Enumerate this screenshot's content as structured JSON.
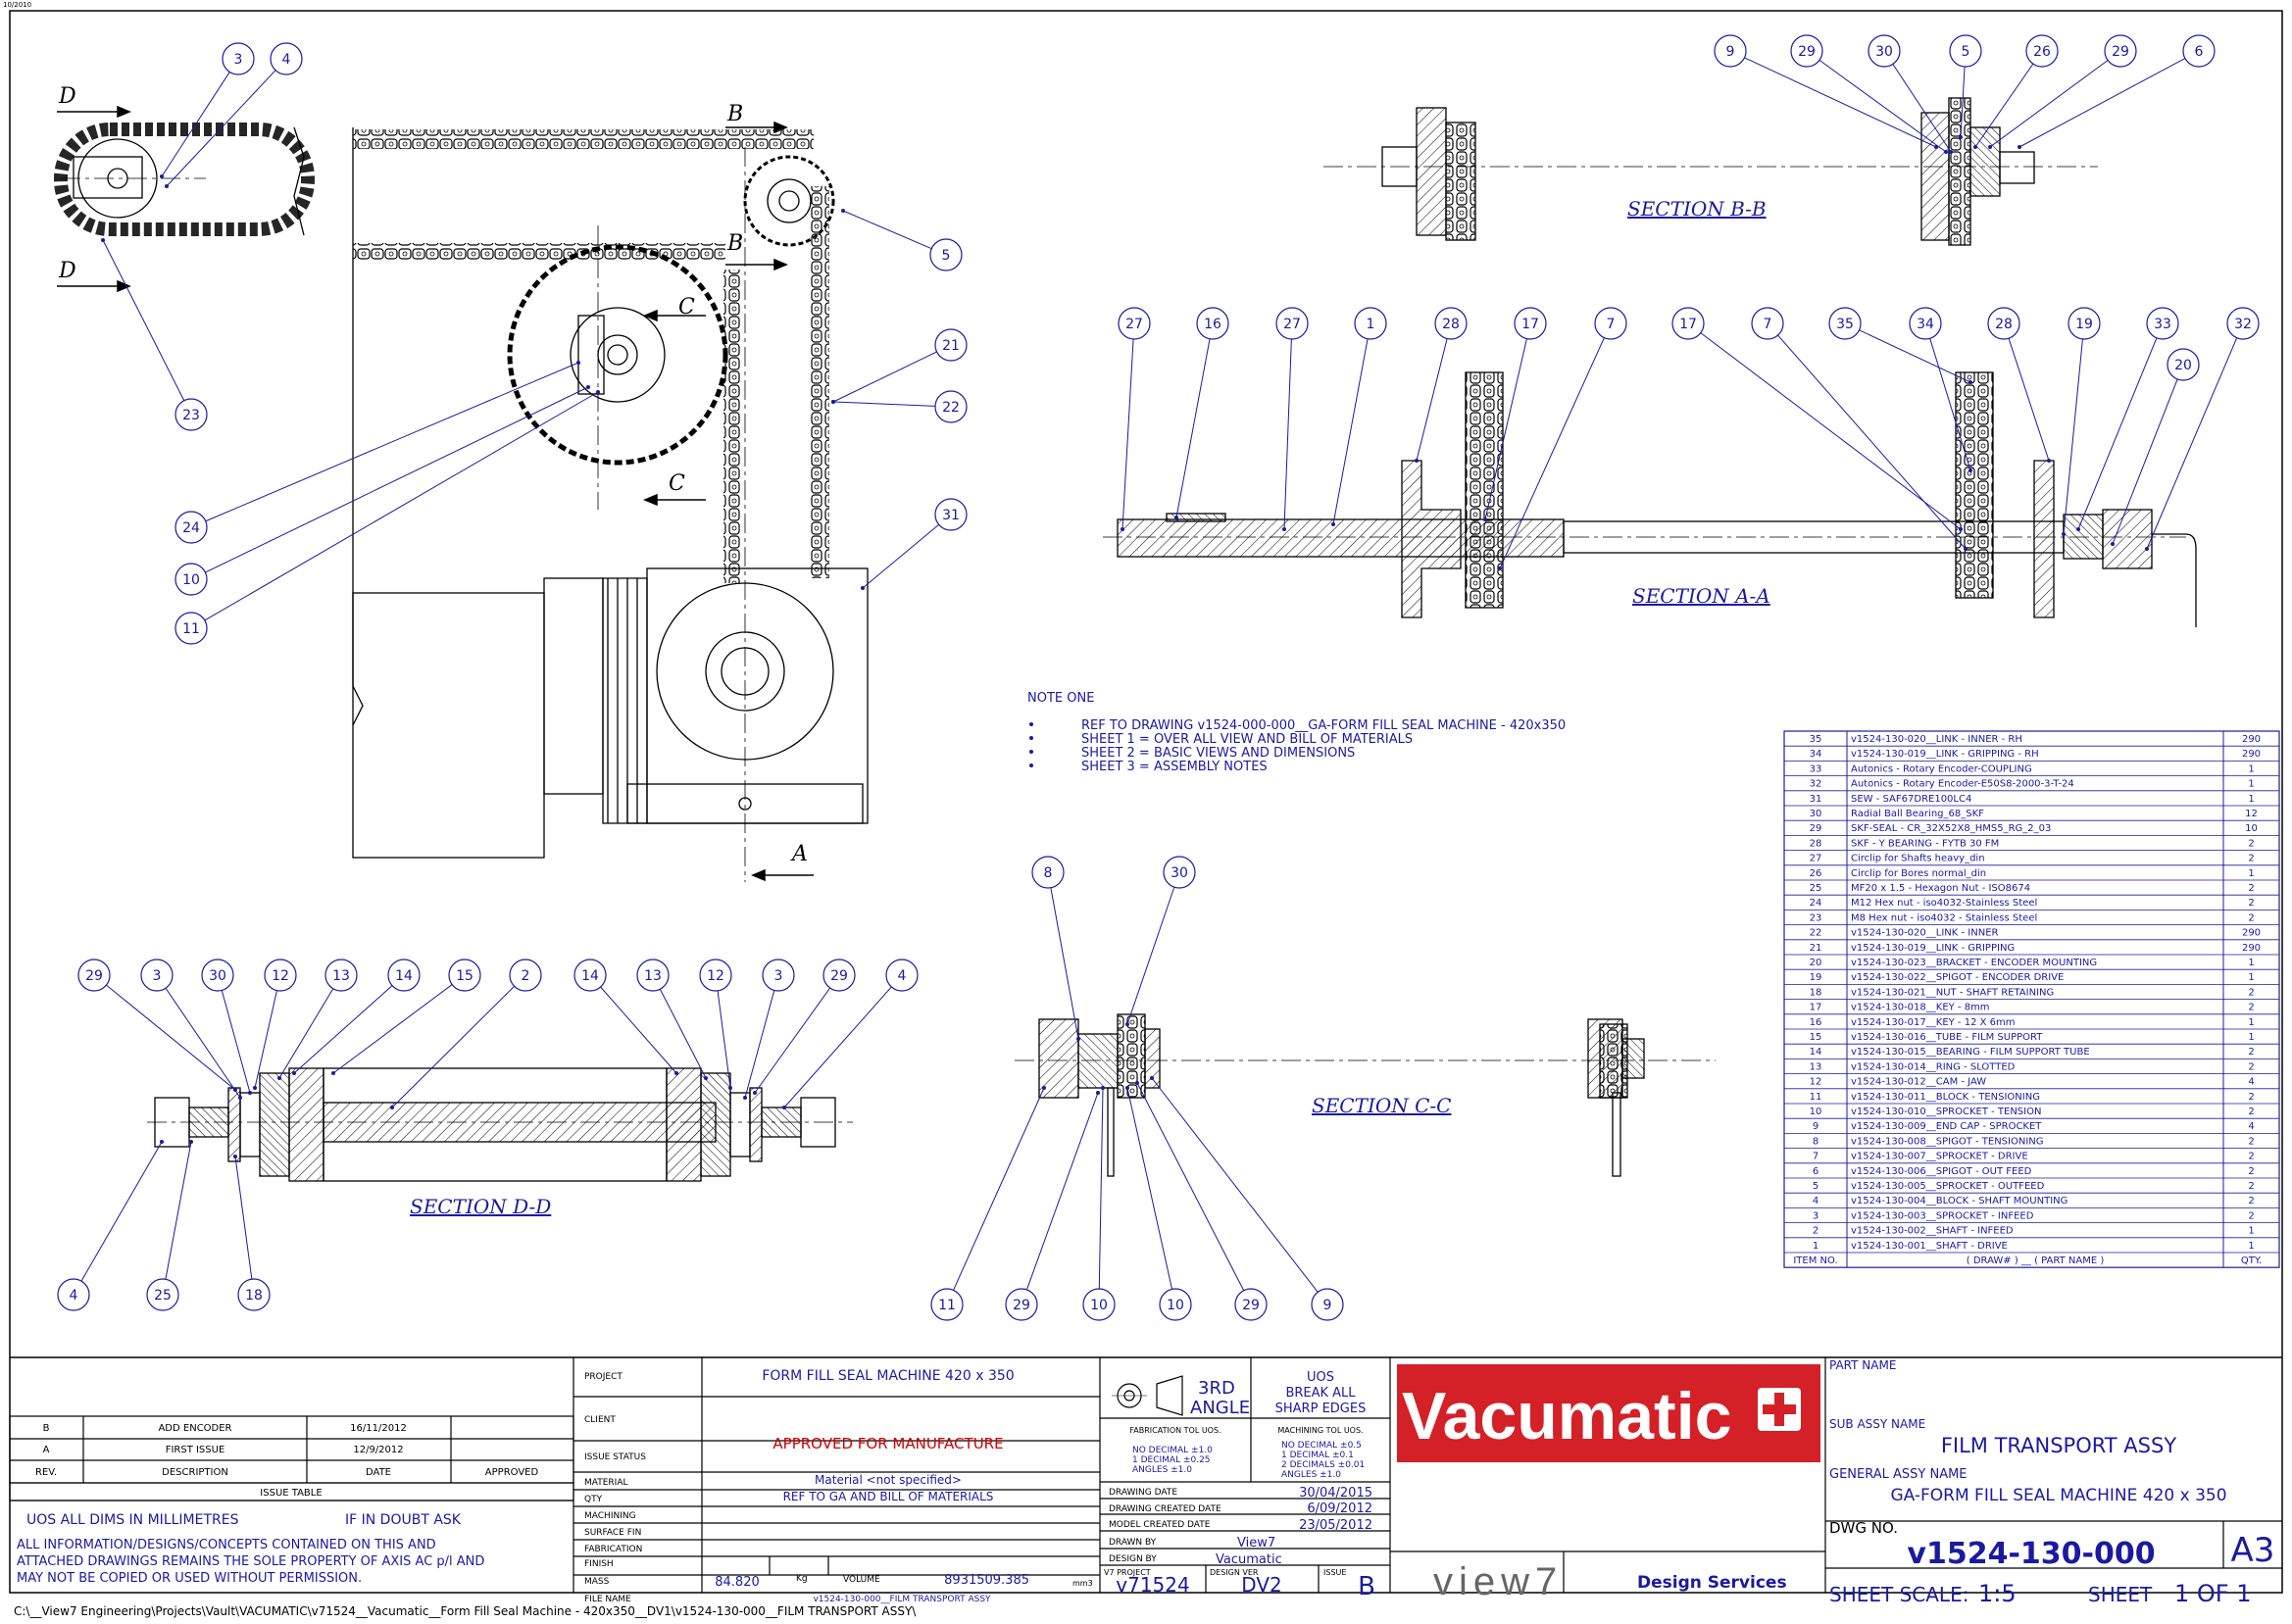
{
  "corner_date": "10/2010",
  "file_path": "C:\\__View7 Engineering\\Projects\\Vault\\VACUMATIC\\v71524__Vacumatic__Form Fill Seal Machine - 420x350__DV1\\v1524-130-000__FILM TRANSPORT ASSY\\",
  "section_labels": {
    "bb": "SECTION B-B",
    "aa": "SECTION A-A",
    "cc": "SECTION C-C",
    "dd": "SECTION D-D"
  },
  "cut_letters": [
    "D",
    "D",
    "B",
    "B",
    "C",
    "C",
    "A"
  ],
  "note": {
    "title": "NOTE ONE",
    "lines": [
      "REF TO DRAWING v1524-000-000__GA-FORM FILL SEAL MACHINE - 420x350",
      "SHEET 1 = OVER ALL VIEW AND BILL OF MATERIALS",
      "SHEET 2 = BASIC VIEWS AND DIMENSIONS",
      "SHEET 3 = ASSEMBLY NOTES"
    ]
  },
  "balloons": {
    "top_left": [
      "3",
      "4",
      "23",
      "5",
      "21",
      "22",
      "24",
      "10",
      "11",
      "31"
    ],
    "bb": [
      "9",
      "29",
      "30",
      "5",
      "26",
      "29",
      "6"
    ],
    "aa": [
      "27",
      "16",
      "27",
      "1",
      "28",
      "17",
      "7",
      "17",
      "7",
      "35",
      "34",
      "28",
      "19",
      "33",
      "20",
      "32"
    ],
    "dd_top": [
      "29",
      "3",
      "30",
      "12",
      "13",
      "14",
      "15",
      "2",
      "14",
      "13",
      "12",
      "3",
      "29",
      "4"
    ],
    "dd_bottom": [
      "4",
      "25",
      "18"
    ],
    "cc_top": [
      "8",
      "30"
    ],
    "cc_bottom": [
      "11",
      "29",
      "10",
      "10",
      "29",
      "9"
    ]
  },
  "bom": {
    "header_item": "ITEM NO.",
    "header_name": "( DRAW# ) __ ( PART NAME )",
    "header_qty": "QTY.",
    "rows": [
      [
        "35",
        "v1524-130-020__LINK - INNER - RH",
        "290"
      ],
      [
        "34",
        "v1524-130-019__LINK - GRIPPING - RH",
        "290"
      ],
      [
        "33",
        "Autonics - Rotary Encoder-COUPLING",
        "1"
      ],
      [
        "32",
        "Autonics - Rotary Encoder-E50S8-2000-3-T-24",
        "1"
      ],
      [
        "31",
        "SEW - SAF67DRE100LC4",
        "1"
      ],
      [
        "30",
        "Radial Ball Bearing_68_SKF",
        "12"
      ],
      [
        "29",
        "SKF-SEAL - CR_32X52X8_HMS5_RG_2_03",
        "10"
      ],
      [
        "28",
        "SKF - Y BEARING - FYTB 30 FM",
        "2"
      ],
      [
        "27",
        "Circlip for Shafts heavy_din",
        "2"
      ],
      [
        "26",
        "Circlip for Bores normal_din",
        "1"
      ],
      [
        "25",
        "MF20 x 1.5 - Hexagon Nut - ISO8674",
        "2"
      ],
      [
        "24",
        "M12 Hex nut - iso4032-Stainless Steel",
        "2"
      ],
      [
        "23",
        "M8 Hex nut - iso4032 - Stainless Steel",
        "2"
      ],
      [
        "22",
        "v1524-130-020__LINK - INNER",
        "290"
      ],
      [
        "21",
        "v1524-130-019__LINK - GRIPPING",
        "290"
      ],
      [
        "20",
        "v1524-130-023__BRACKET - ENCODER MOUNTING",
        "1"
      ],
      [
        "19",
        "v1524-130-022__SPIGOT - ENCODER DRIVE",
        "1"
      ],
      [
        "18",
        "v1524-130-021__NUT - SHAFT RETAINING",
        "2"
      ],
      [
        "17",
        "v1524-130-018__KEY - 8mm",
        "2"
      ],
      [
        "16",
        "v1524-130-017__KEY - 12 X 6mm",
        "1"
      ],
      [
        "15",
        "v1524-130-016__TUBE - FILM SUPPORT",
        "1"
      ],
      [
        "14",
        "v1524-130-015__BEARING - FILM SUPPORT TUBE",
        "2"
      ],
      [
        "13",
        "v1524-130-014__RING - SLOTTED",
        "2"
      ],
      [
        "12",
        "v1524-130-012__CAM - JAW",
        "4"
      ],
      [
        "11",
        "v1524-130-011__BLOCK - TENSIONING",
        "2"
      ],
      [
        "10",
        "v1524-130-010__SPROCKET - TENSION",
        "2"
      ],
      [
        "9",
        "v1524-130-009__END CAP - SPROCKET",
        "4"
      ],
      [
        "8",
        "v1524-130-008__SPIGOT - TENSIONING",
        "2"
      ],
      [
        "7",
        "v1524-130-007__SPROCKET - DRIVE",
        "2"
      ],
      [
        "6",
        "v1524-130-006__SPIGOT - OUT FEED",
        "2"
      ],
      [
        "5",
        "v1524-130-005__SPROCKET - OUTFEED",
        "2"
      ],
      [
        "4",
        "v1524-130-004__BLOCK - SHAFT MOUNTING",
        "2"
      ],
      [
        "3",
        "v1524-130-003__SPROCKET - INFEED",
        "2"
      ],
      [
        "2",
        "v1524-130-002__SHAFT - INFEED",
        "1"
      ],
      [
        "1",
        "v1524-130-001__SHAFT - DRIVE",
        "1"
      ]
    ]
  },
  "revisions": {
    "rows": [
      [
        "B",
        "ADD ENCODER",
        "16/11/2012",
        ""
      ],
      [
        "A",
        "FIRST ISSUE",
        "12/9/2012",
        ""
      ]
    ],
    "headers": [
      "REV.",
      "DESCRIPTION",
      "DATE",
      "APPROVED"
    ],
    "table_title": "ISSUE TABLE"
  },
  "legal": {
    "uos": "UOS ALL DIMS IN MILLIMETRES",
    "doubt": "IF IN DOUBT ASK",
    "text1": "ALL INFORMATION/DESIGNS/CONCEPTS CONTAINED ON THIS AND",
    "text2": "ATTACHED DRAWINGS REMAINS THE SOLE PROPERTY OF AXIS AC p/l AND",
    "text3": "MAY NOT BE COPIED OR USED WITHOUT PERMISSION."
  },
  "title_block": {
    "project_label": "PROJECT",
    "project": "FORM FILL SEAL MACHINE 420 x 350",
    "client_label": "CLIENT",
    "issue_status_label": "ISSUE STATUS",
    "issue_status": "APPROVED FOR MANUFACTURE",
    "material_label": "MATERIAL",
    "material": "Material <not specified>",
    "qty_label": "QTY",
    "qty": "REF TO GA AND BILL OF MATERIALS",
    "machining_label": "MACHINING",
    "surface_label": "SURFACE FIN",
    "fabrication_label": "FABRICATION",
    "finish_label": "FINISH",
    "mass_label": "MASS",
    "mass": "84.820",
    "mass_unit": "Kg",
    "volume_label": "VOLUME",
    "volume": "8931509.385",
    "volume_unit": "mm3",
    "file_name_label": "FILE NAME",
    "file_name": "v1524-130-000__FILM TRANSPORT ASSY",
    "angle_top": "3RD",
    "angle_bottom": "ANGLE",
    "uos_lines": [
      "UOS",
      "BREAK ALL",
      "SHARP EDGES"
    ],
    "fab_tol_title": "FABRICATION TOL UOS.",
    "fab_tol": [
      "NO DECIMAL ±1.0",
      "1 DECIMAL  ±0.25",
      "ANGLES    ±1.0"
    ],
    "mach_tol_title": "MACHINING TOL UOS.",
    "mach_tol": [
      "NO DECIMAL ±0.5",
      "1 DECIMAL  ±0.1",
      "2 DECIMALS ±0.01",
      "ANGLES     ±1.0"
    ],
    "drawing_date_label": "DRAWING DATE",
    "drawing_date": "30/04/2015",
    "created_date_label": "DRAWING CREATED DATE",
    "created_date": "6/09/2012",
    "model_date_label": "MODEL CREATED DATE",
    "model_date": "23/05/2012",
    "drawn_by_label": "DRAWN BY",
    "drawn_by": "View7",
    "design_by_label": "DESIGN BY",
    "design_by": "Vacumatic",
    "v7project_label": "V7 PROJECT",
    "v7project": "v71524",
    "design_ver_label": "DESIGN VER",
    "design_ver": "DV2",
    "issue_label": "ISSUE",
    "issue": "B",
    "brand": "Vacumatic",
    "view7": "view7",
    "design_services": "Design Services",
    "part_name_label": "PART NAME",
    "sub_assy_label": "SUB ASSY NAME",
    "sub_assy": "FILM TRANSPORT ASSY",
    "general_assy_label": "GENERAL ASSY NAME",
    "general_assy": "GA-FORM FILL SEAL MACHINE 420 x 350",
    "dwg_no_label": "DWG NO.",
    "dwg_no": "v1524-130-000",
    "sheet_size": "A3",
    "sheet_scale_label": "SHEET SCALE:",
    "sheet_scale": "1:5",
    "sheet_label": "SHEET",
    "sheet": "1 OF 1"
  },
  "colors": {
    "line": "#000000",
    "leader": "#1a1aa0",
    "brand_red": "#d42027",
    "status_red": "#cc0000"
  }
}
